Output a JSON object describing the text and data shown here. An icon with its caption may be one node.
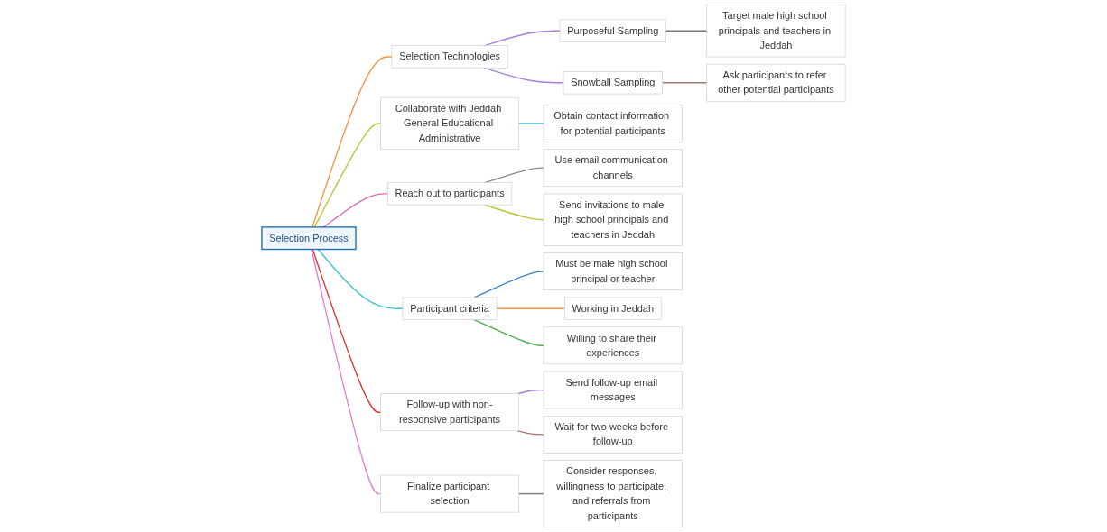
{
  "diagram": {
    "nodes": [
      {
        "text": [
          "Selection Process"
        ]
      },
      {
        "text": [
          "Selection Technologies"
        ]
      },
      {
        "text": [
          "Purposeful Sampling"
        ]
      },
      {
        "text": [
          "Target male high school principals and teachers in Jeddah"
        ]
      },
      {
        "text": [
          "Snowball Sampling"
        ]
      },
      {
        "text": [
          "Ask participants to refer other potential participants"
        ]
      },
      {
        "text": [
          "Collaborate with Jeddah General Educational Administrative"
        ]
      },
      {
        "text": [
          "Obtain contact information for potential participants"
        ]
      },
      {
        "text": [
          "Reach out to participants"
        ]
      },
      {
        "text": [
          "Use email communication channels"
        ]
      },
      {
        "text": [
          "Send invitations to male high school principals and teachers in Jeddah"
        ]
      },
      {
        "text": [
          "Participant criteria"
        ]
      },
      {
        "text": [
          "Must be male high school principal or teacher"
        ]
      },
      {
        "text": [
          "Working in Jeddah"
        ]
      },
      {
        "text": [
          "Willing to share their experiences"
        ]
      },
      {
        "text": [
          "Follow-up with non-responsive participants"
        ]
      },
      {
        "text": [
          "Send follow-up email messages"
        ]
      },
      {
        "text": [
          "Wait for two weeks before follow-up"
        ]
      },
      {
        "text": [
          "Finalize participant selection"
        ]
      },
      {
        "text": [
          "Consider responses, willingness to participate, and referrals from participants"
        ]
      }
    ],
    "edges": [
      {
        "from": 0,
        "to": 1,
        "arrow": "none",
        "color": "#f5923e"
      },
      {
        "from": 1,
        "to": 2,
        "arrow": "none",
        "color": "#a57fd8"
      },
      {
        "from": 2,
        "to": 3,
        "arrow": "none",
        "color": "#777777"
      },
      {
        "from": 1,
        "to": 4,
        "arrow": "none",
        "color": "#a57fd8"
      },
      {
        "from": 4,
        "to": 5,
        "arrow": "none",
        "color": "#a0756a"
      },
      {
        "from": 0,
        "to": 6,
        "arrow": "none",
        "color": "#c0c23a"
      },
      {
        "from": 6,
        "to": 7,
        "arrow": "none",
        "color": "#3fc4d6"
      },
      {
        "from": 0,
        "to": 8,
        "arrow": "none",
        "color": "#e06bb8"
      },
      {
        "from": 8,
        "to": 9,
        "arrow": "none",
        "color": "#8a8a8a"
      },
      {
        "from": 8,
        "to": 10,
        "arrow": "none",
        "color": "#c0c23a"
      },
      {
        "from": 0,
        "to": 11,
        "arrow": "none",
        "color": "#3fc4d6"
      },
      {
        "from": 11,
        "to": 12,
        "arrow": "none",
        "color": "#3f84c4"
      },
      {
        "from": 11,
        "to": 13,
        "arrow": "none",
        "color": "#f5923e"
      },
      {
        "from": 11,
        "to": 14,
        "arrow": "none",
        "color": "#4caf50"
      },
      {
        "from": 0,
        "to": 15,
        "arrow": "none",
        "color": "#e0302c"
      },
      {
        "from": 15,
        "to": 16,
        "arrow": "none",
        "color": "#a57fd8"
      },
      {
        "from": 15,
        "to": 17,
        "arrow": "none",
        "color": "#a0756a"
      },
      {
        "from": 0,
        "to": 18,
        "arrow": "none",
        "color": "#e87fc9"
      },
      {
        "from": 18,
        "to": 19,
        "arrow": "none",
        "color": "#777777"
      }
    ]
  }
}
